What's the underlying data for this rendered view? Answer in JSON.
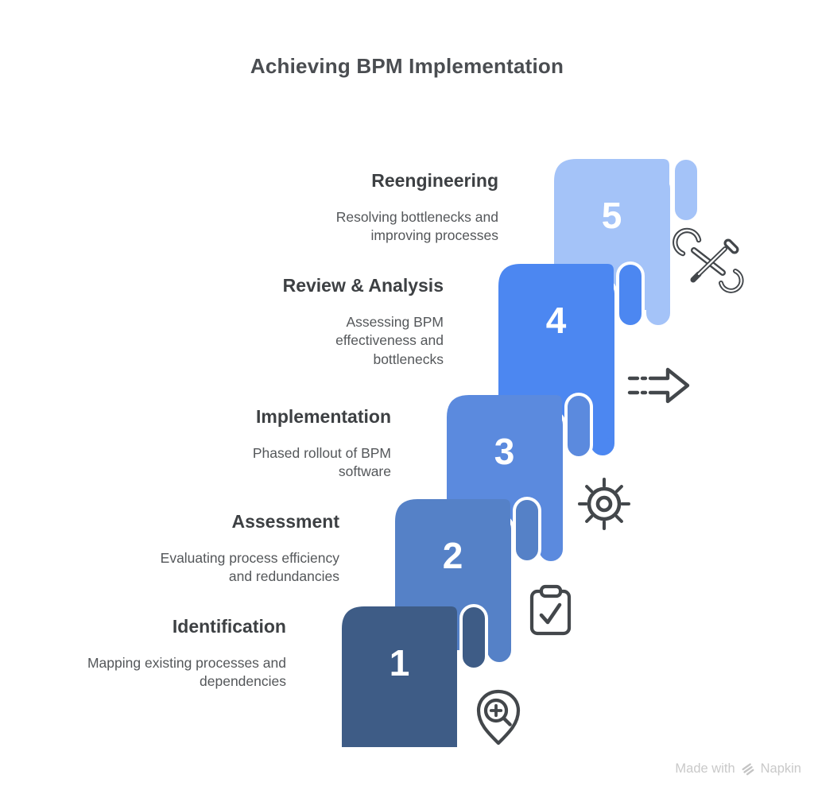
{
  "title": "Achieving BPM Implementation",
  "steps": [
    {
      "number": "1",
      "label": "Identification",
      "description": "Mapping existing processes and dependencies",
      "color": "#3e5c86",
      "icon": "magnifier-pin-icon"
    },
    {
      "number": "2",
      "label": "Assessment",
      "description": "Evaluating process efficiency and redundancies",
      "color": "#5581c7",
      "icon": "clipboard-check-icon"
    },
    {
      "number": "3",
      "label": "Implementation",
      "description": "Phased rollout of BPM software",
      "color": "#5b8ade",
      "icon": "helm-wheel-icon"
    },
    {
      "number": "4",
      "label": "Review & Analysis",
      "description": "Assessing BPM effectiveness and bottlenecks",
      "color": "#4c87f1",
      "icon": "dashed-arrow-icon"
    },
    {
      "number": "5",
      "label": "Reengineering",
      "description": "Resolving bottlenecks and improving processes",
      "color": "#a4c3f8",
      "icon": "tools-icon"
    }
  ],
  "icon_color": "#43474b",
  "watermark": {
    "prefix": "Made with",
    "brand": "Napkin"
  }
}
